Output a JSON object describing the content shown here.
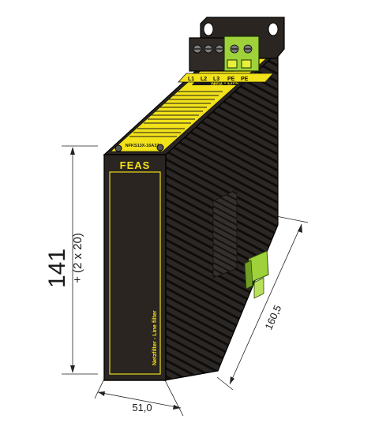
{
  "product": {
    "brand": "FEAS",
    "side_label": "Netzfilter - Line filter",
    "top_title": "Netz - Line",
    "model": "NFKS13X-16A32",
    "terminals": [
      "L1",
      "L2",
      "L3",
      "PE",
      "PE"
    ]
  },
  "dimensions": {
    "height_main": "141",
    "height_extra": "+ (2 x 20)",
    "width": "51,0",
    "depth": "160,5"
  },
  "colors": {
    "body": "#2a2521",
    "fins": "#1b1816",
    "label_yellow": "#f2e21a",
    "accent_green": "#9fd23a",
    "outline": "#000000"
  }
}
